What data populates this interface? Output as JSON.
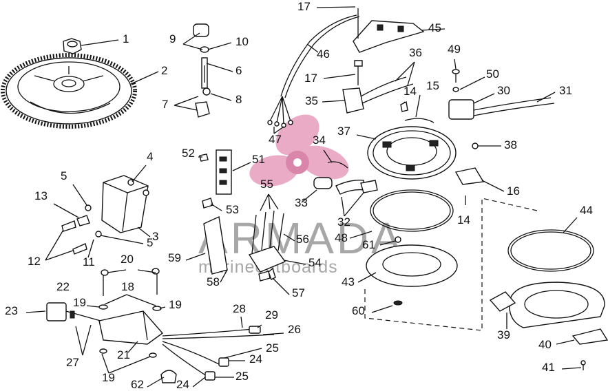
{
  "watermark": {
    "brand": "ARMADA",
    "tagline": "marineoutboards",
    "colors": {
      "brand_text": "#8a8a8a",
      "logo_pink": "#e8a3c0",
      "logo_pink_dark": "#d77aa3"
    }
  },
  "callouts": [
    "1",
    "2",
    "3",
    "4",
    "5",
    "5",
    "6",
    "7",
    "8",
    "9",
    "10",
    "11",
    "12",
    "13",
    "14",
    "14",
    "15",
    "16",
    "17",
    "17",
    "18",
    "19",
    "19",
    "19",
    "20",
    "21",
    "22",
    "23",
    "24",
    "24",
    "25",
    "25",
    "26",
    "27",
    "28",
    "29",
    "30",
    "31",
    "32",
    "33",
    "34",
    "35",
    "36",
    "37",
    "38",
    "39",
    "40",
    "41",
    "43",
    "44",
    "45",
    "46",
    "47",
    "48",
    "49",
    "50",
    "51",
    "52",
    "53",
    "54",
    "55",
    "56",
    "57",
    "58",
    "59",
    "60",
    "61",
    "62"
  ]
}
